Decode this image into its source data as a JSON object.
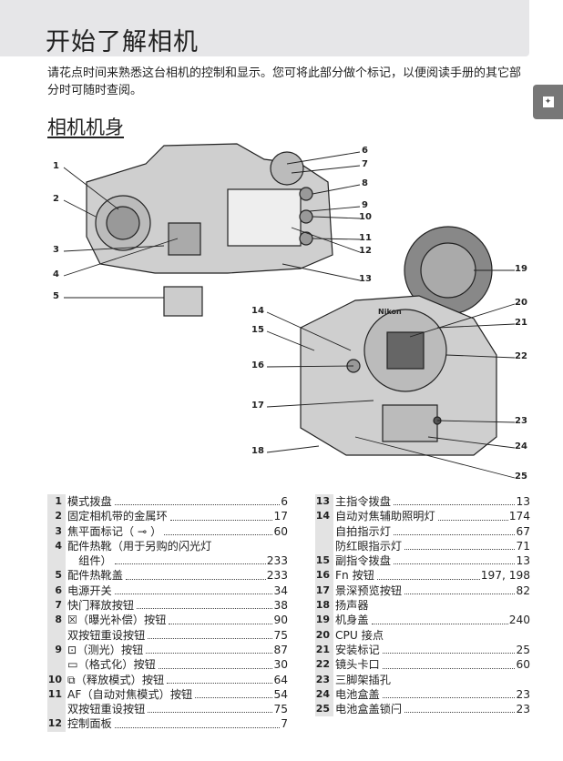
{
  "header": {
    "title": "开始了解相机"
  },
  "intro": "请花点时间来熟悉这台相机的控制和显示。您可将此部分做个标记，以便阅读手册的其它部分时可随时查阅。",
  "section_title": "相机机身",
  "side_tab_icon": "camera-tab-icon",
  "diagram": {
    "callouts": [
      "1",
      "2",
      "3",
      "4",
      "5",
      "6",
      "7",
      "8",
      "9",
      "10",
      "11",
      "12",
      "13",
      "14",
      "15",
      "16",
      "17",
      "18",
      "19",
      "20",
      "21",
      "22",
      "23",
      "24",
      "25"
    ],
    "brand": "Nikon"
  },
  "parts_left": [
    {
      "num": "1",
      "label": "模式拨盘",
      "page": "6"
    },
    {
      "num": "2",
      "label": "固定相机带的金属环",
      "page": "17"
    },
    {
      "num": "3",
      "label": "焦平面标记（ ⊸ ）",
      "page": "60"
    },
    {
      "num": "4",
      "label": "配件热靴（用于另购的闪光灯",
      "page": ""
    },
    {
      "num": "",
      "label": "　组件）",
      "page": "233"
    },
    {
      "num": "5",
      "label": "配件热靴盖",
      "page": "233"
    },
    {
      "num": "6",
      "label": "电源开关",
      "page": "34"
    },
    {
      "num": "7",
      "label": "快门释放按钮",
      "page": "38"
    },
    {
      "num": "8",
      "label": "☒（曝光补偿）按钮",
      "page": "90"
    },
    {
      "num": "",
      "label": "双按钮重设按钮",
      "page": "75"
    },
    {
      "num": "9",
      "label": "⊡（测光）按钮",
      "page": "87"
    },
    {
      "num": "",
      "label": "▭（格式化）按钮",
      "page": "30"
    },
    {
      "num": "10",
      "label": "⧉（释放模式）按钮",
      "page": "64"
    },
    {
      "num": "11",
      "label": "AF（自动对焦模式）按钮",
      "page": "54"
    },
    {
      "num": "",
      "label": "双按钮重设按钮",
      "page": "75"
    },
    {
      "num": "12",
      "label": "控制面板",
      "page": "7"
    }
  ],
  "parts_right": [
    {
      "num": "13",
      "label": "主指令拨盘",
      "page": "13"
    },
    {
      "num": "14",
      "label": "自动对焦辅助照明灯",
      "page": "174"
    },
    {
      "num": "",
      "label": "自拍指示灯",
      "page": "67"
    },
    {
      "num": "",
      "label": "防红眼指示灯",
      "page": "71"
    },
    {
      "num": "15",
      "label": "副指令拨盘",
      "page": "13"
    },
    {
      "num": "16",
      "label": "Fn 按钮",
      "page": "197, 198"
    },
    {
      "num": "17",
      "label": "景深预览按钮",
      "page": "82"
    },
    {
      "num": "18",
      "label": "扬声器",
      "page": ""
    },
    {
      "num": "19",
      "label": "机身盖",
      "page": "240"
    },
    {
      "num": "20",
      "label": "CPU 接点",
      "page": ""
    },
    {
      "num": "21",
      "label": "安装标记",
      "page": "25"
    },
    {
      "num": "22",
      "label": "镜头卡口",
      "page": "60"
    },
    {
      "num": "23",
      "label": "三脚架插孔",
      "page": ""
    },
    {
      "num": "24",
      "label": "电池盒盖",
      "page": "23"
    },
    {
      "num": "25",
      "label": "电池盒盖锁闩",
      "page": "23"
    }
  ]
}
